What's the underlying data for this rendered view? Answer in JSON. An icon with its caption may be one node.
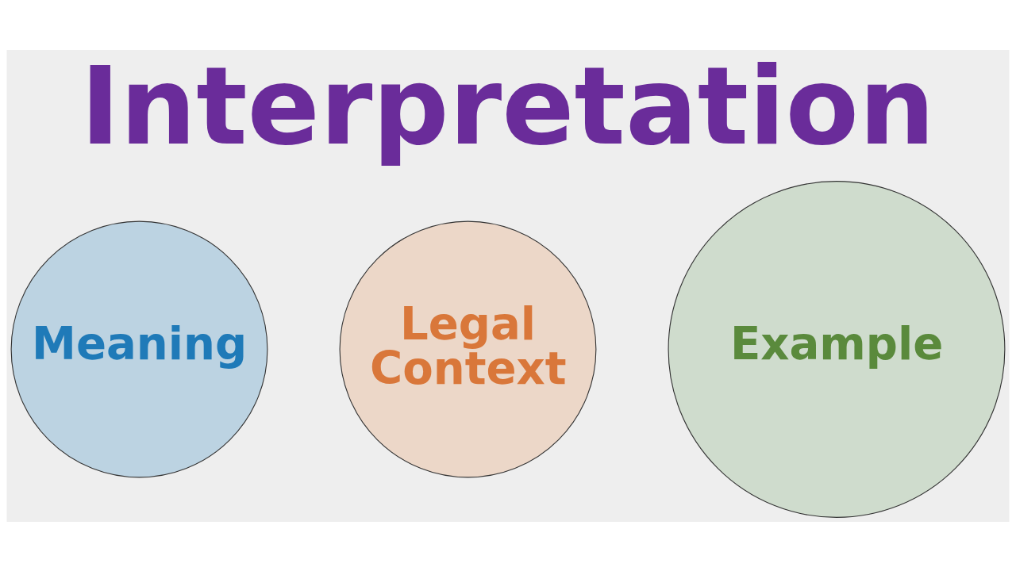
{
  "diagram": {
    "title": "Interpretation",
    "nodes": [
      {
        "text": [
          "Meaning"
        ]
      },
      {
        "text": [
          "Legal Context"
        ]
      },
      {
        "text": [
          "Example"
        ]
      }
    ]
  }
}
